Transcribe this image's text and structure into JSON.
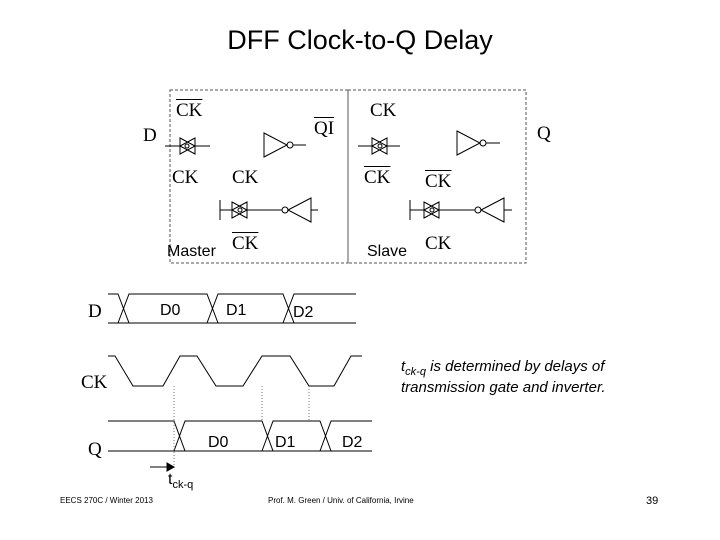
{
  "title": "DFF Clock-to-Q Delay",
  "schematic": {
    "d_input": "D",
    "master_label": "Master",
    "slave_label": "Slave",
    "qi_label": "QI",
    "q_output": "Q",
    "ck": "CK"
  },
  "timing": {
    "signals": [
      "D",
      "CK",
      "Q"
    ],
    "d_values": [
      "D0",
      "D1",
      "D2"
    ],
    "q_values": [
      "D0",
      "D1",
      "D2"
    ],
    "tckq_main": "t",
    "tckq_sub": "ck-q",
    "note_sub": "ck-q",
    "note_rest": " is determined by delays of",
    "note_line2": "transmission gate and inverter."
  },
  "footer": {
    "left": "EECS 270C / Winter 2013",
    "center": "Prof. M. Green / Univ. of California, Irvine",
    "page": "39"
  },
  "colors": {
    "ink": "#000000",
    "box_dash": "#555555",
    "guide": "#777777"
  }
}
